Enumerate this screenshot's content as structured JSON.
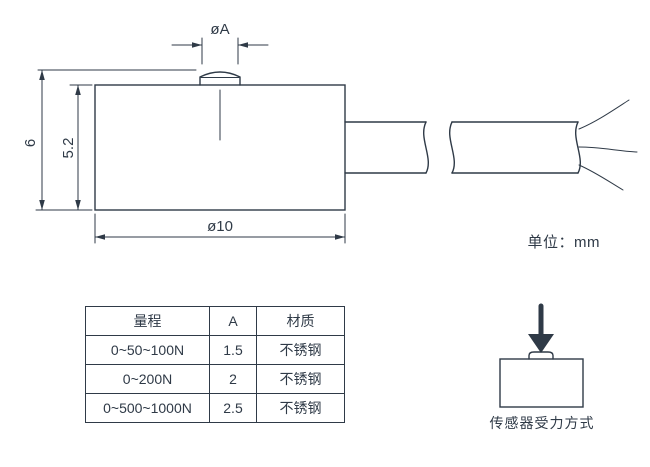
{
  "colors": {
    "line": "#2f3a47",
    "text": "#2f3a47",
    "background": "#ffffff"
  },
  "drawing": {
    "dim_cap_diameter": "øA",
    "dim_total_height": "6",
    "dim_body_height": "5.2",
    "dim_body_diameter": "ø10",
    "unit_label": "单位：mm"
  },
  "spec_table": {
    "headers": [
      "量程",
      "A",
      "材质"
    ],
    "rows": [
      [
        "0~50~100N",
        "1.5",
        "不锈钢"
      ],
      [
        "0~200N",
        "2",
        "不锈钢"
      ],
      [
        "0~500~1000N",
        "2.5",
        "不锈钢"
      ]
    ]
  },
  "force_diagram": {
    "caption": "传感器受力方式"
  }
}
